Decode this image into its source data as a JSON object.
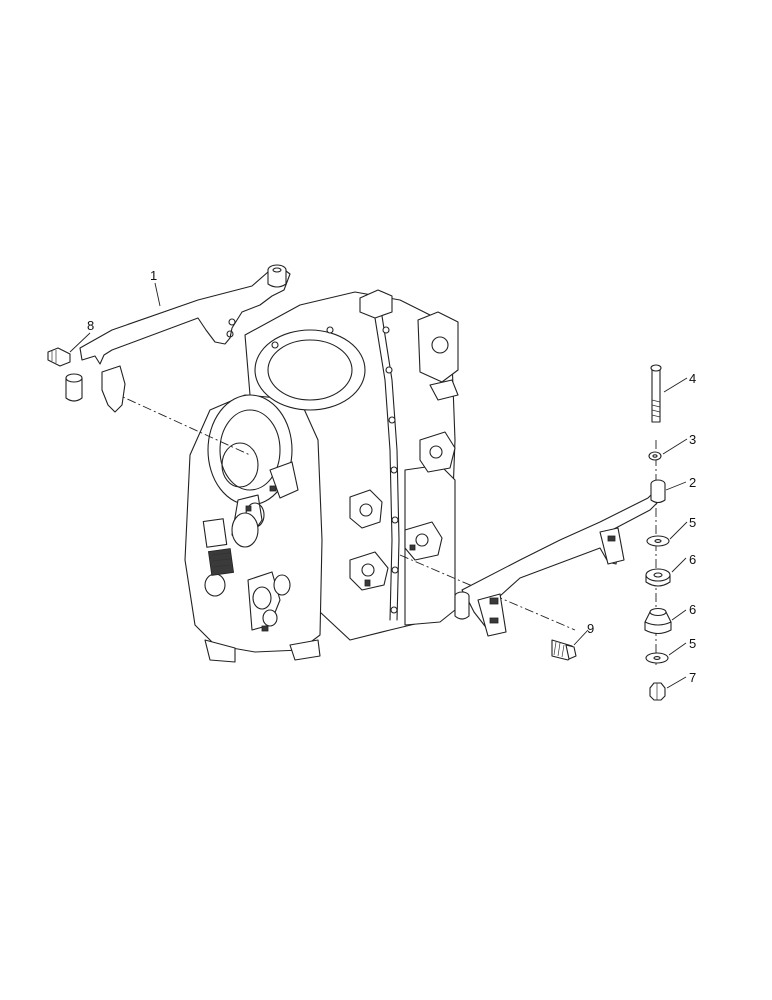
{
  "callouts": {
    "c1": "1",
    "c2": "2",
    "c3": "3",
    "c4": "4",
    "c5a": "5",
    "c5b": "5",
    "c6a": "6",
    "c6b": "6",
    "c7": "7",
    "c8": "8",
    "c9": "9"
  }
}
